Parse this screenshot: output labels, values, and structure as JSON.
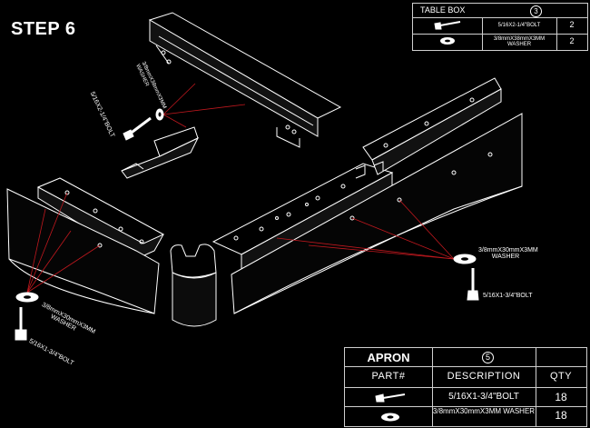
{
  "step_title": "STEP 6",
  "table_box": {
    "title": "TABLE BOX",
    "number": "3",
    "rows": [
      {
        "icon": "bolt-icon",
        "description": "5/16X2-1/4\"BOLT",
        "qty": "2"
      },
      {
        "icon": "washer-icon",
        "description": "3/8mmX38mmX3MM WASHER",
        "qty": "2"
      }
    ]
  },
  "apron": {
    "title": "APRON",
    "number": "5",
    "headers": {
      "part": "PART#",
      "description": "DESCRIPTION",
      "qty": "QTY"
    },
    "rows": [
      {
        "icon": "bolt-icon",
        "description": "5/16X1-3/4\"BOLT",
        "qty": "18"
      },
      {
        "icon": "washer-icon",
        "description": "3/8mmX30mmX3MM WASHER",
        "qty": "18"
      }
    ]
  },
  "callouts": {
    "top_bolt": "5/16X2-1/4\"BOLT",
    "top_washer": "3/8mmX38mmX3MM WASHER",
    "right_washer": "3/8mmX30mmX3MM WASHER",
    "right_bolt": "5/16X1-3/4\"BOLT",
    "left_washer": "3/8mmX30mmX3MM WASHER",
    "left_bolt": "5/16X1-3/4\"BOLT"
  },
  "colors": {
    "background": "#000000",
    "lines": "#ffffff",
    "leader": "#c0181e"
  }
}
